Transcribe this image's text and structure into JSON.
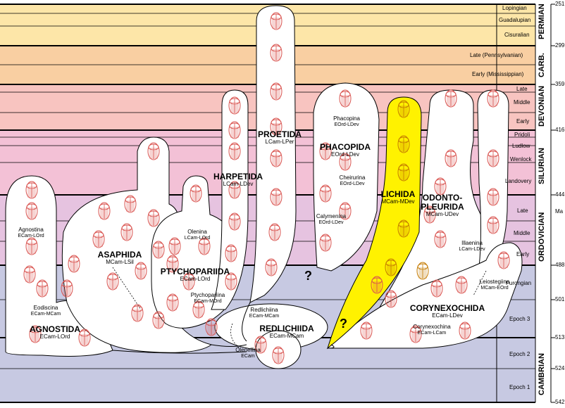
{
  "timescale": {
    "colors": {
      "permian": "#fde6a8",
      "carboniferous": "#f9cfa2",
      "devonian": "#f8c4c0",
      "silurian": "#f3c1d6",
      "ordovician": "#e6c3e0",
      "cambrian": "#c7c9e2"
    },
    "ma_unit": "Ma",
    "ma_ticks": [
      "251",
      "299",
      "359",
      "416",
      "444",
      "488",
      "501",
      "513",
      "524",
      "542"
    ],
    "periods": [
      {
        "name": "PERMIAN"
      },
      {
        "name": "CARB."
      },
      {
        "name": "DEVONIAN"
      },
      {
        "name": "SILURIAN"
      },
      {
        "name": "ORDOVICIAN"
      },
      {
        "name": "CAMBRIAN"
      }
    ],
    "stages": [
      "Lopingian",
      "Guadalupian",
      "Cisuralian",
      "Late (Pennsylvanian)",
      "Early (Mississippian)",
      "Late",
      "Middle",
      "Early",
      "Pridoli",
      "Ludlow",
      "Wenlock",
      "Landovery",
      "Late",
      "Middle",
      "Early",
      "Furongian",
      "Epoch 3",
      "Epoch 2",
      "Epoch 1"
    ]
  },
  "orders": {
    "agnostida": {
      "name": "AGNOSTIDA",
      "range": "ECam-LOrd"
    },
    "asaphida": {
      "name": "ASAPHIDA",
      "range": "MCam-LSil"
    },
    "ptychopariida": {
      "name": "PTYCHOPARIIDA",
      "range": "ECam-LOrd"
    },
    "harpetida": {
      "name": "HARPETIDA",
      "range": "LCam-LDev"
    },
    "proetida": {
      "name": "PROETIDA",
      "range": "LCam-LPer"
    },
    "phacopida": {
      "name": "PHACOPIDA",
      "range": "EOrd-LDev"
    },
    "lichida": {
      "name": "LICHIDA",
      "range": "MCam-MDev"
    },
    "odontopleurida": {
      "name1": "ODONTO-",
      "name2": "PLEURIDA",
      "range": "MCam-UDev"
    },
    "corynexochida": {
      "name": "CORYNEXOCHIDA",
      "range": "ECam-LDev"
    },
    "redlichiida": {
      "name": "REDLICHIIDA",
      "range": "ECam-MCam"
    }
  },
  "suborders": {
    "agnostina": {
      "name": "Agnostina",
      "range": "ECam-LOrd"
    },
    "eodiscina": {
      "name": "Eodiscina",
      "range": "ECam-MCam"
    },
    "olenina": {
      "name": "Olenina",
      "range": "LCam-LOrd"
    },
    "ptychopariina": {
      "name": "Ptychopariina",
      "range": "ECam-MOrd"
    },
    "phacopina": {
      "name": "Phacopina",
      "range": "EOrd-LDev"
    },
    "cheirurina": {
      "name": "Cheirurina",
      "range": "EOrd-LDev"
    },
    "calymenina": {
      "name": "Calymenina",
      "range": "EOrd-LDev"
    },
    "illaenina": {
      "name": "Illaenina",
      "range": "LCam-LDev"
    },
    "leiostegiina": {
      "name": "Leiostegiina",
      "range": "MCam-EOrd"
    },
    "corynexochina": {
      "name": "Corynexochina",
      "range": "ECam-LCam"
    },
    "redlichiina": {
      "name": "Redlichiina",
      "range": "ECam-MCam"
    },
    "olenellina": {
      "name": "Olenellina",
      "range": "ECam"
    }
  },
  "unknowns": [
    "?",
    "?"
  ],
  "highlight_color": "#fff200",
  "fossil_color": "#d9534f"
}
